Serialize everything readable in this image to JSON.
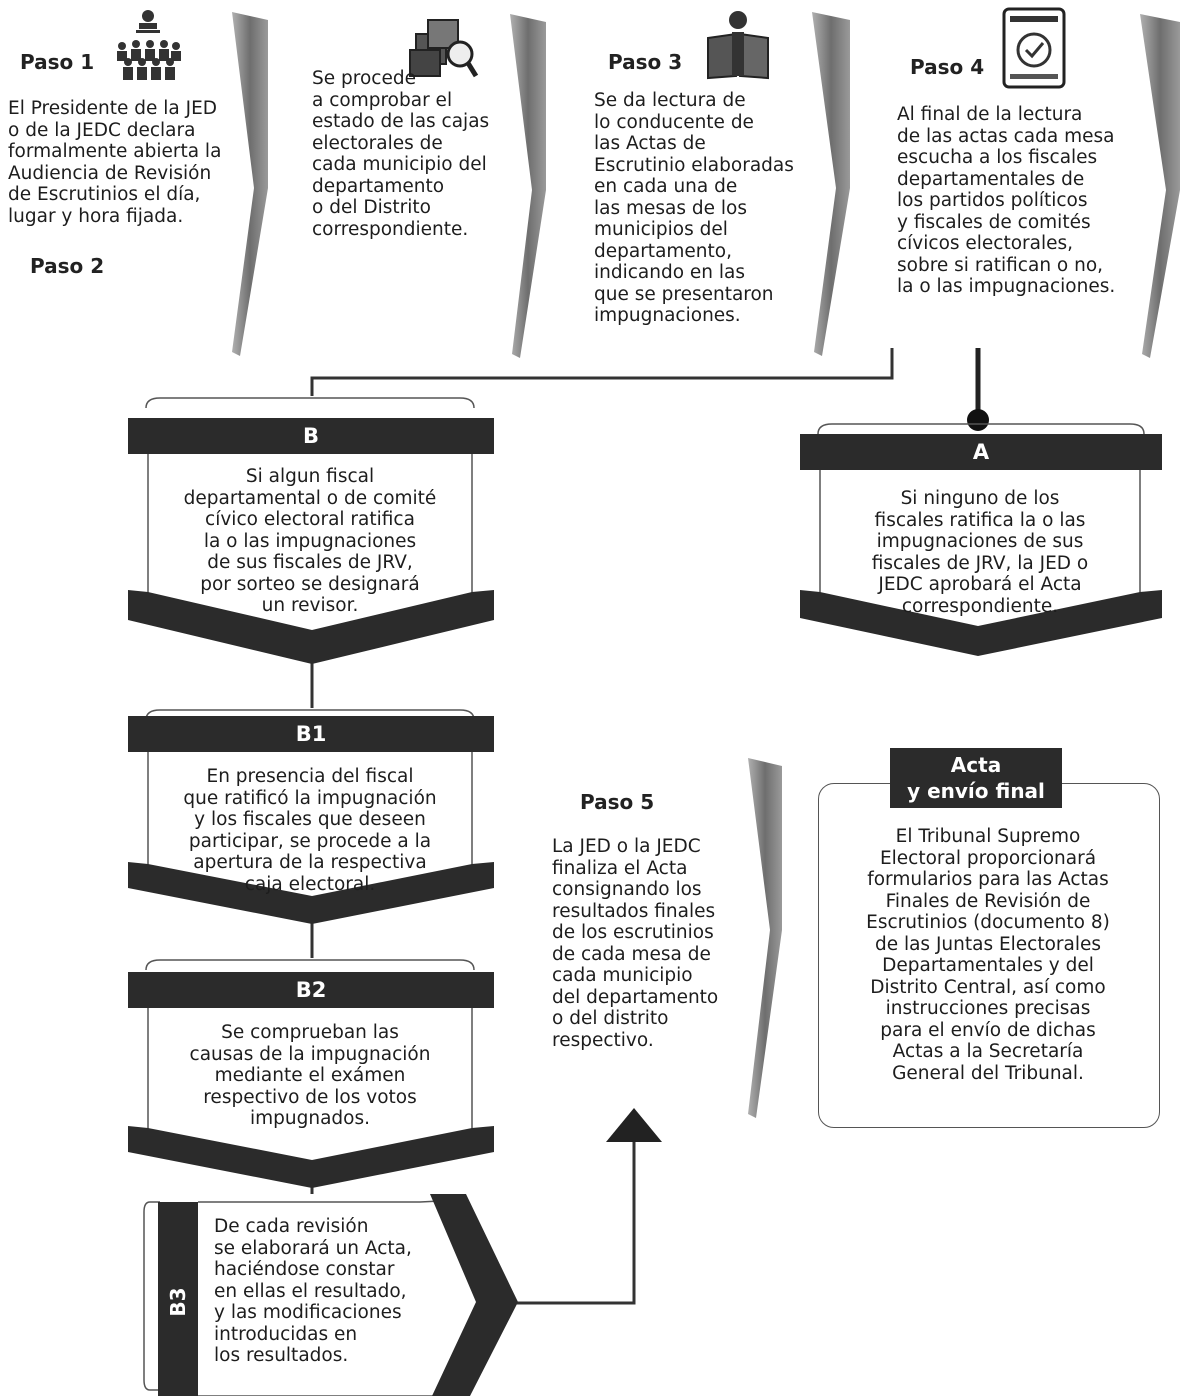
{
  "steps": [
    {
      "label": "Paso 1",
      "lines": [
        "El Presidente de la JED",
        "o de la JEDC declara",
        "formalmente abierta la",
        "Audiencia de Revisión",
        "de Escrutinios el día,",
        "lugar y hora fijada."
      ]
    },
    {
      "label": "Paso 2",
      "lines": [
        "Se procede",
        "a comprobar el",
        "estado de las cajas",
        "electorales de",
        "cada municipio del",
        "departamento",
        "o del Distrito",
        "correspondiente."
      ]
    },
    {
      "label": "Paso 3",
      "lines": [
        "Se da lectura de",
        "lo conducente de",
        "las Actas de",
        "Escrutinio elaboradas",
        "en cada una de",
        "las mesas de los",
        "municipios del",
        "departamento,",
        "indicando en las",
        "que se presentaron",
        "impugnaciones."
      ]
    },
    {
      "label": "Paso 4",
      "lines": [
        "Al final de la lectura",
        "de las actas cada mesa",
        "escucha a los fiscales",
        "departamentales de",
        "los partidos políticos",
        "y fiscales de comités",
        "cívicos electorales,",
        "sobre si ratifican o no,",
        "la o las impugnaciones."
      ]
    },
    {
      "label": "Paso 5",
      "lines": [
        "La JED o la JEDC",
        "finaliza el Acta",
        "consignando los",
        "resultados finales",
        "de los escrutinios",
        "de cada mesa de",
        "cada municipio",
        "del departamento",
        "o del distrito",
        "respectivo."
      ]
    }
  ],
  "boxes": {
    "A": {
      "label": "A",
      "lines": [
        "Si ninguno de los",
        "fiscales ratifica la o las",
        "impugnaciones de sus",
        "fiscales de JRV, la JED o",
        "JEDC aprobará el Acta",
        "correspondiente."
      ]
    },
    "B": {
      "label": "B",
      "lines": [
        "Si algun fiscal",
        "departamental o de comité",
        "cívico electoral ratifica",
        "la o las impugnaciones",
        "de sus fiscales de JRV,",
        "por sorteo se designará",
        "un revisor."
      ]
    },
    "B1": {
      "label": "B1",
      "lines": [
        "En presencia del fiscal",
        "que ratificó la impugnación",
        "y los fiscales que deseen",
        "participar, se procede a la",
        "apertura de la respectiva",
        "caja electoral."
      ]
    },
    "B2": {
      "label": "B2",
      "lines": [
        "Se comprueban las",
        "causas de la impugnación",
        "mediante el exámen",
        "respectivo de los votos",
        "impugnados."
      ]
    },
    "B3": {
      "label": "B3",
      "lines": [
        "De cada revisión",
        "se elaborará un Acta,",
        "haciéndose constar",
        "en ellas el resultado,",
        "y las modificaciones",
        "introducidas en",
        "los resultados."
      ]
    }
  },
  "final": {
    "title_lines": [
      "Acta",
      "y envío final"
    ],
    "lines": [
      "El Tribunal Supremo",
      "Electoral proporcionará",
      "formularios para las Actas",
      "Finales de Revisión de",
      "Escrutinios (documento 8)",
      "de las Juntas Electorales",
      "Departamentales y del",
      "Distrito Central, así como",
      "instrucciones precisas",
      "para el envío de dichas",
      "Actas a la Secretaría",
      "General del Tribunal."
    ]
  },
  "icons": {
    "paso1": "people-group-icon",
    "paso2": "boxes-magnifier-icon",
    "paso3": "person-reading-icon",
    "paso4": "checked-document-icon"
  },
  "colors": {
    "dark": "#2b2b2b",
    "chevron": "#8a8a8a"
  }
}
